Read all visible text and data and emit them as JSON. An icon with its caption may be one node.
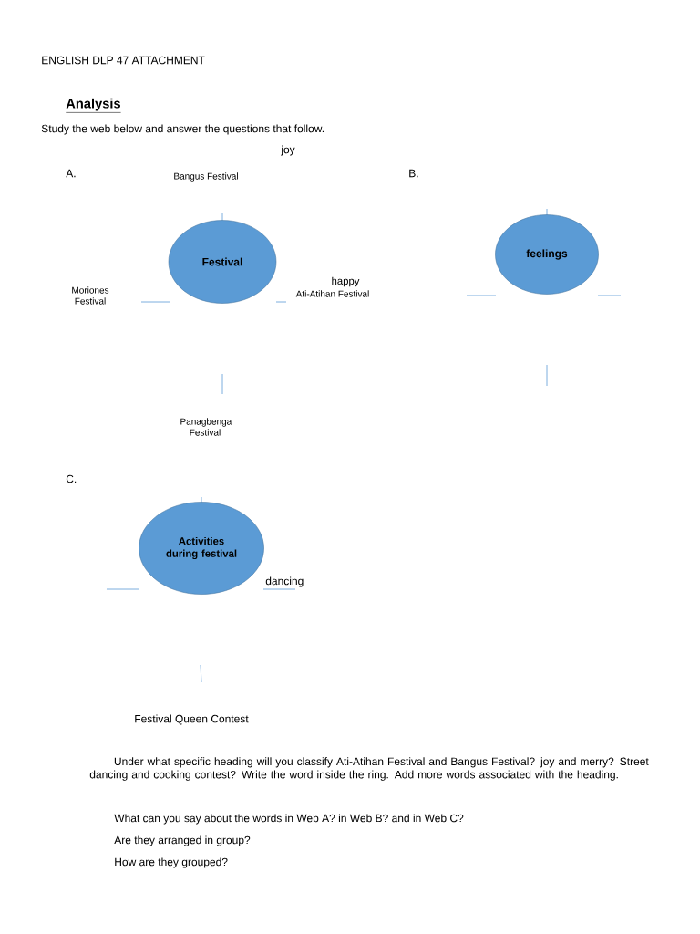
{
  "diagram": {
    "title": "Analysis",
    "nodes": [
      {
        "text": [
          "Festival"
        ]
      },
      {
        "text": [
          "feelings"
        ]
      },
      {
        "text": [
          "Activities during festival"
        ]
      }
    ],
    "edges": [],
    "labels": [
      "ENGLISH DLP 47 ATTACHMENT",
      "Study the web below and answer the questions that follow.",
      "joy",
      "A.",
      "Bangus Festival",
      "B.",
      "Moriones Festival",
      "happy",
      "Ati-Atihan Festival",
      "Panagbenga Festival",
      "C.",
      "dancing",
      "Festival Queen Contest",
      "Under what specific heading will you classify Ati-Atihan Festival and Bangus Festival? joy and merry? Street dancing and cooking contest? Write the word inside the ring. Add more words associated with the heading.",
      "What can you say about the words in Web A? in Web B? and in Web C?",
      "Are they arranged in group?",
      "How are they grouped?"
    ]
  }
}
